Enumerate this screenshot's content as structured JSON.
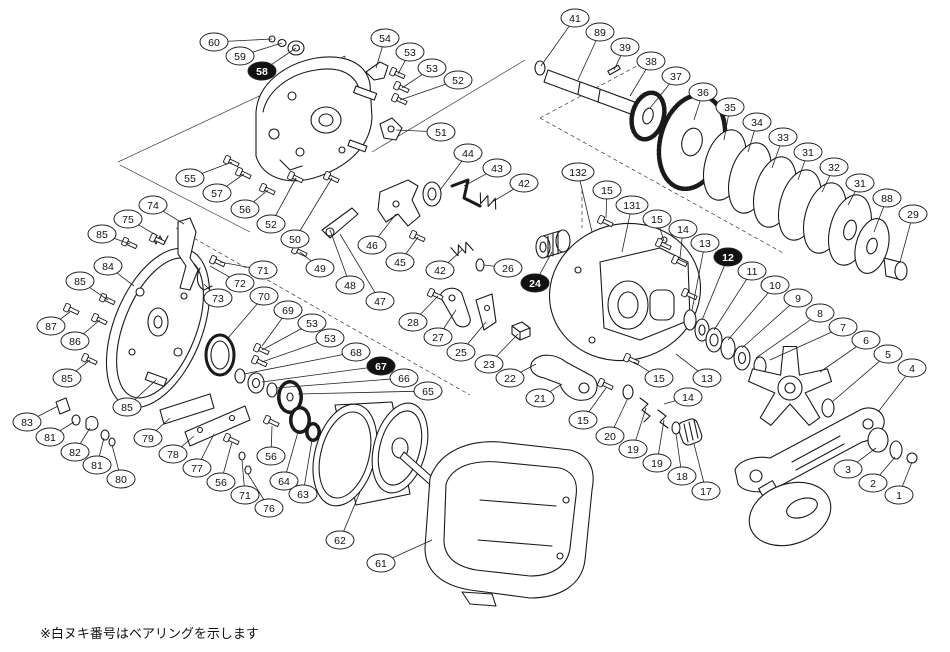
{
  "diagram": {
    "callouts": [
      {
        "label": "60"
      },
      {
        "label": "59"
      },
      {
        "label": "58",
        "bearing": true
      },
      {
        "label": "54"
      },
      {
        "label": "53"
      },
      {
        "label": "53"
      },
      {
        "label": "52"
      },
      {
        "label": "51"
      },
      {
        "label": "55"
      },
      {
        "label": "57"
      },
      {
        "label": "56"
      },
      {
        "label": "52"
      },
      {
        "label": "50"
      },
      {
        "label": "49"
      },
      {
        "label": "48"
      },
      {
        "label": "47"
      },
      {
        "label": "46"
      },
      {
        "label": "45"
      },
      {
        "label": "44"
      },
      {
        "label": "43"
      },
      {
        "label": "42"
      },
      {
        "label": "42"
      },
      {
        "label": "26"
      },
      {
        "label": "24",
        "bearing": true
      },
      {
        "label": "28"
      },
      {
        "label": "27"
      },
      {
        "label": "25"
      },
      {
        "label": "23"
      },
      {
        "label": "22"
      },
      {
        "label": "21"
      },
      {
        "label": "41"
      },
      {
        "label": "89"
      },
      {
        "label": "39"
      },
      {
        "label": "38"
      },
      {
        "label": "37"
      },
      {
        "label": "36"
      },
      {
        "label": "35"
      },
      {
        "label": "34"
      },
      {
        "label": "33"
      },
      {
        "label": "31"
      },
      {
        "label": "32"
      },
      {
        "label": "31"
      },
      {
        "label": "88"
      },
      {
        "label": "29"
      },
      {
        "label": "132"
      },
      {
        "label": "15"
      },
      {
        "label": "131"
      },
      {
        "label": "15"
      },
      {
        "label": "14"
      },
      {
        "label": "13"
      },
      {
        "label": "12",
        "bearing": true
      },
      {
        "label": "11"
      },
      {
        "label": "10"
      },
      {
        "label": "9"
      },
      {
        "label": "8"
      },
      {
        "label": "7"
      },
      {
        "label": "6"
      },
      {
        "label": "5"
      },
      {
        "label": "4"
      },
      {
        "label": "15"
      },
      {
        "label": "13"
      },
      {
        "label": "14"
      },
      {
        "label": "15"
      },
      {
        "label": "20"
      },
      {
        "label": "19"
      },
      {
        "label": "19"
      },
      {
        "label": "18"
      },
      {
        "label": "17"
      },
      {
        "label": "3"
      },
      {
        "label": "2"
      },
      {
        "label": "1"
      },
      {
        "label": "74"
      },
      {
        "label": "75"
      },
      {
        "label": "85"
      },
      {
        "label": "84"
      },
      {
        "label": "85"
      },
      {
        "label": "87"
      },
      {
        "label": "86"
      },
      {
        "label": "85"
      },
      {
        "label": "83"
      },
      {
        "label": "81"
      },
      {
        "label": "82"
      },
      {
        "label": "81"
      },
      {
        "label": "80"
      },
      {
        "label": "85"
      },
      {
        "label": "71"
      },
      {
        "label": "72"
      },
      {
        "label": "73"
      },
      {
        "label": "70"
      },
      {
        "label": "69"
      },
      {
        "label": "53"
      },
      {
        "label": "53"
      },
      {
        "label": "68"
      },
      {
        "label": "67",
        "bearing": true
      },
      {
        "label": "66"
      },
      {
        "label": "65"
      },
      {
        "label": "79"
      },
      {
        "label": "78"
      },
      {
        "label": "77"
      },
      {
        "label": "56"
      },
      {
        "label": "71"
      },
      {
        "label": "76"
      },
      {
        "label": "56"
      },
      {
        "label": "64"
      },
      {
        "label": "63"
      },
      {
        "label": "62"
      },
      {
        "label": "61"
      }
    ]
  },
  "footnote": "※白ヌキ番号はベアリングを示します"
}
